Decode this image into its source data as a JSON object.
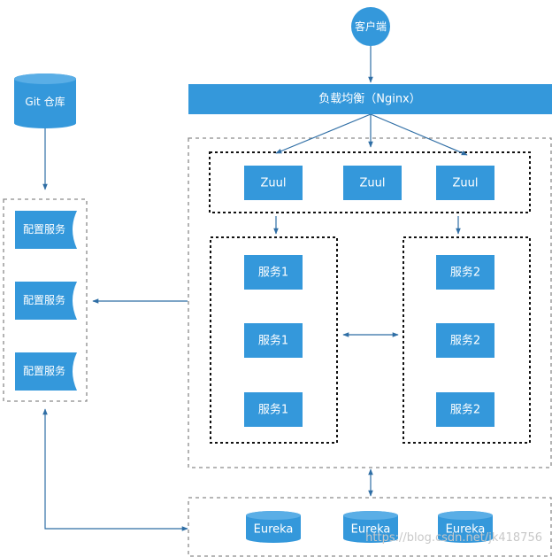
{
  "client": {
    "label": "客户端"
  },
  "load_balancer": {
    "label": "负载均衡（Nginx）"
  },
  "git_repo": {
    "label": "Git 仓库"
  },
  "config_services": {
    "labels": [
      "配置服务",
      "配置服务",
      "配置服务"
    ]
  },
  "zuul": {
    "labels": [
      "Zuul",
      "Zuul",
      "Zuul"
    ]
  },
  "service1": {
    "labels": [
      "服务1",
      "服务1",
      "服务1"
    ]
  },
  "service2": {
    "labels": [
      "服务2",
      "服务2",
      "服务2"
    ]
  },
  "eureka": {
    "labels": [
      "Eureka",
      "Eureka",
      "Eureka"
    ]
  },
  "watermark": {
    "text": "https://blog.csdn.net/jk418756"
  },
  "colors": {
    "node_fill": "#3498db",
    "connector": "#2f6ea5",
    "node_text": "#ffffff"
  }
}
